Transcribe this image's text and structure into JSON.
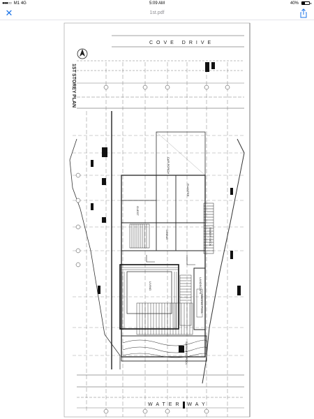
{
  "status": {
    "carrier": "M1",
    "network": "4G",
    "time": "5:09 AM",
    "battery": "40%"
  },
  "nav": {
    "title": "1st.pdf"
  },
  "plan": {
    "heading_line1": "1ST",
    "heading_line2": "STOREY",
    "heading_line3": "PLAN",
    "road_top": "COVE DRIVE",
    "road_bottom": "WATER WAY",
    "rooms": [
      "CAR PORCH",
      "GUEST",
      "LIVING",
      "DINING",
      "SWIMMING POOL",
      "LANDSCAPE",
      "PLANTER",
      "WADING POOL",
      "TIMBER DECK"
    ]
  },
  "colors": {
    "accent": "#1a73e8",
    "line": "#333333"
  }
}
